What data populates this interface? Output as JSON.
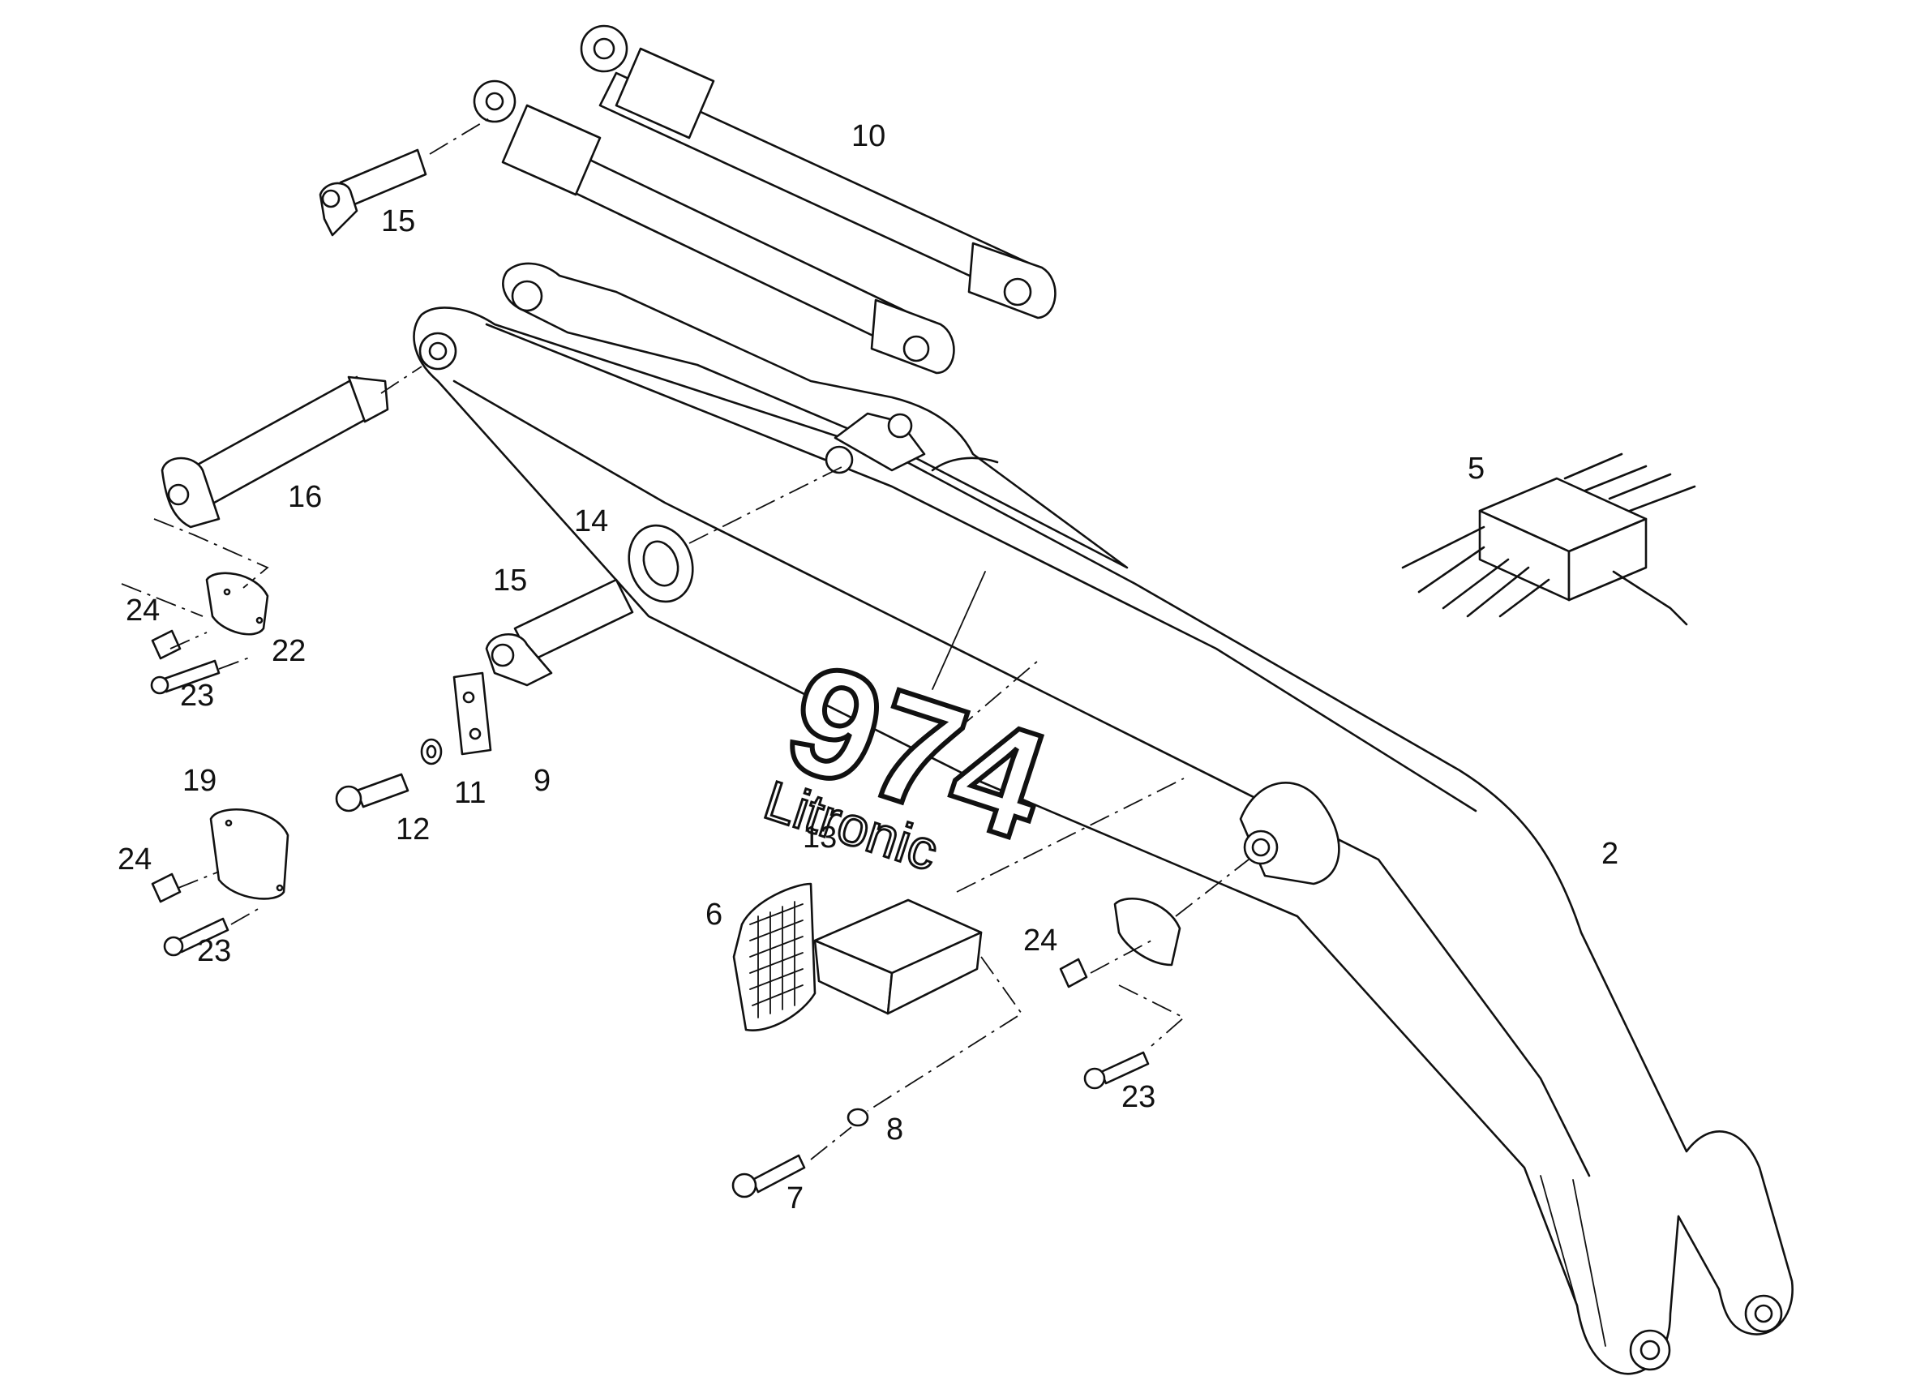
{
  "logo": {
    "model_number": "974",
    "brand": "Litronic"
  },
  "callouts": {
    "c2": "2",
    "c5": "5",
    "c6": "6",
    "c7": "7",
    "c8": "8",
    "c9": "9",
    "c10": "10",
    "c11": "11",
    "c12": "12",
    "c13": "13",
    "c14": "14",
    "c15_top": "15",
    "c15_mid": "15",
    "c16": "16",
    "c19": "19",
    "c22": "22",
    "c23_a": "23",
    "c23_b": "23",
    "c23_c": "23",
    "c24_a": "24",
    "c24_b": "24",
    "c24_c": "24"
  }
}
